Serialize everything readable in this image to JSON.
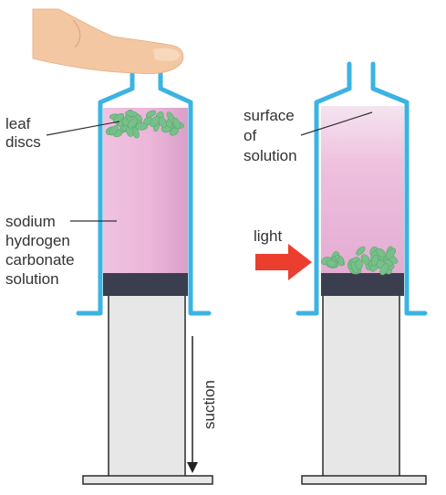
{
  "labels": {
    "leaf_discs": [
      "leaf",
      "discs"
    ],
    "sodium_solution": [
      "sodium",
      "hydrogen",
      "carbonate",
      "solution"
    ],
    "surface_of_solution": [
      "surface",
      "of",
      "solution"
    ],
    "light": "light",
    "suction": "suction"
  },
  "colors": {
    "syringe_outline": "#3bb3e3",
    "solution_pink": "#efbdde",
    "solution_pink_shade": "#dba1c9",
    "solution_top_pale": "#f3e2ee",
    "leaf_disc_green": "#77c08a",
    "plunger_dark": "#3b3e4e",
    "plunger_grey": "#e7e7e7",
    "plunger_outline": "#2b2b2b",
    "light_arrow_red": "#ec3e2e",
    "skin": "#f3c7a2",
    "text": "#333333"
  },
  "icons": {
    "finger": "pressing-finger-icon",
    "light_arrow": "red-arrow-right-icon",
    "suction_arrow": "arrow-down-icon"
  }
}
